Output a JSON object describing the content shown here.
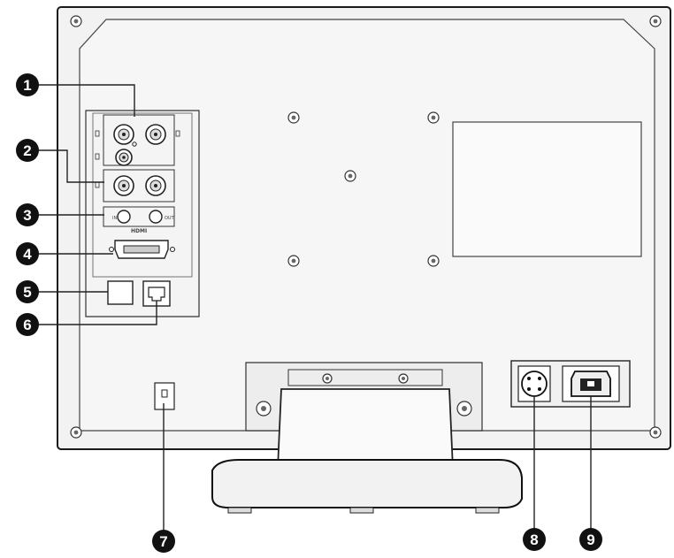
{
  "callouts": [
    {
      "id": "1",
      "label": "1"
    },
    {
      "id": "2",
      "label": "2"
    },
    {
      "id": "3",
      "label": "3"
    },
    {
      "id": "4",
      "label": "4"
    },
    {
      "id": "5",
      "label": "5"
    },
    {
      "id": "6",
      "label": "6"
    },
    {
      "id": "7",
      "label": "7"
    },
    {
      "id": "8",
      "label": "8"
    },
    {
      "id": "9",
      "label": "9"
    }
  ],
  "panel": {
    "hdmi_label": "HDMI",
    "in_label": "IN",
    "out_label": "OUT"
  }
}
